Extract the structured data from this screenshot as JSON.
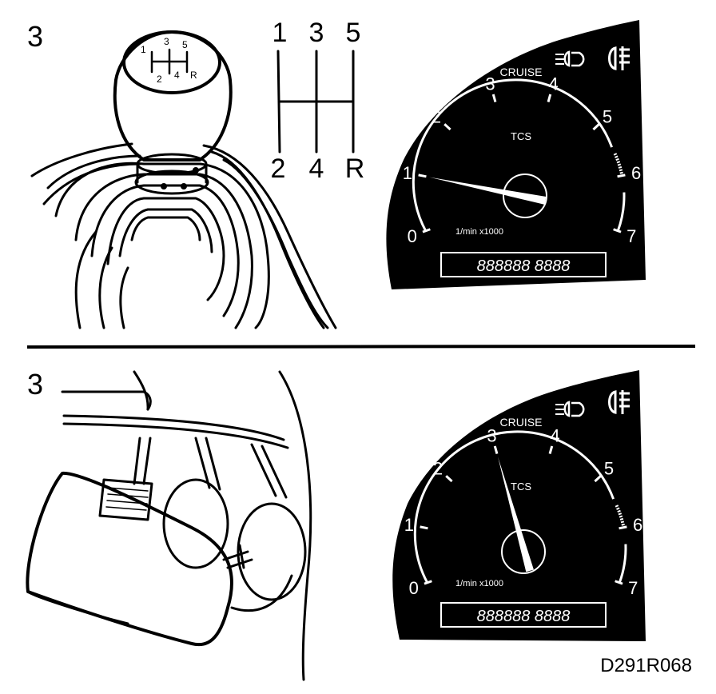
{
  "panels": [
    {
      "step": "3",
      "gear_pattern": {
        "top": [
          "1",
          "3",
          "5"
        ],
        "bottom": [
          "2",
          "4",
          "R"
        ]
      },
      "knob_labels": {
        "top": "1 3 5",
        "bottom": "2 4 R"
      },
      "cluster": {
        "indicator_text": "CRUISE",
        "tcs_text": "TCS",
        "unit_text": "1/min x1000",
        "scale": [
          "0",
          "1",
          "2",
          "3",
          "4",
          "5",
          "6",
          "7"
        ],
        "needle_value": 1,
        "odometer": "888888 8888"
      }
    },
    {
      "step": "3",
      "cluster": {
        "indicator_text": "CRUISE",
        "tcs_text": "TCS",
        "unit_text": "1/min x1000",
        "scale": [
          "0",
          "1",
          "2",
          "3",
          "4",
          "5",
          "6",
          "7"
        ],
        "needle_value": 3,
        "odometer": "888888 8888"
      }
    }
  ],
  "figure_code": "D291R068",
  "colors": {
    "ink": "#000000",
    "panel_bg": "#000000",
    "panel_ink": "#ffffff"
  }
}
